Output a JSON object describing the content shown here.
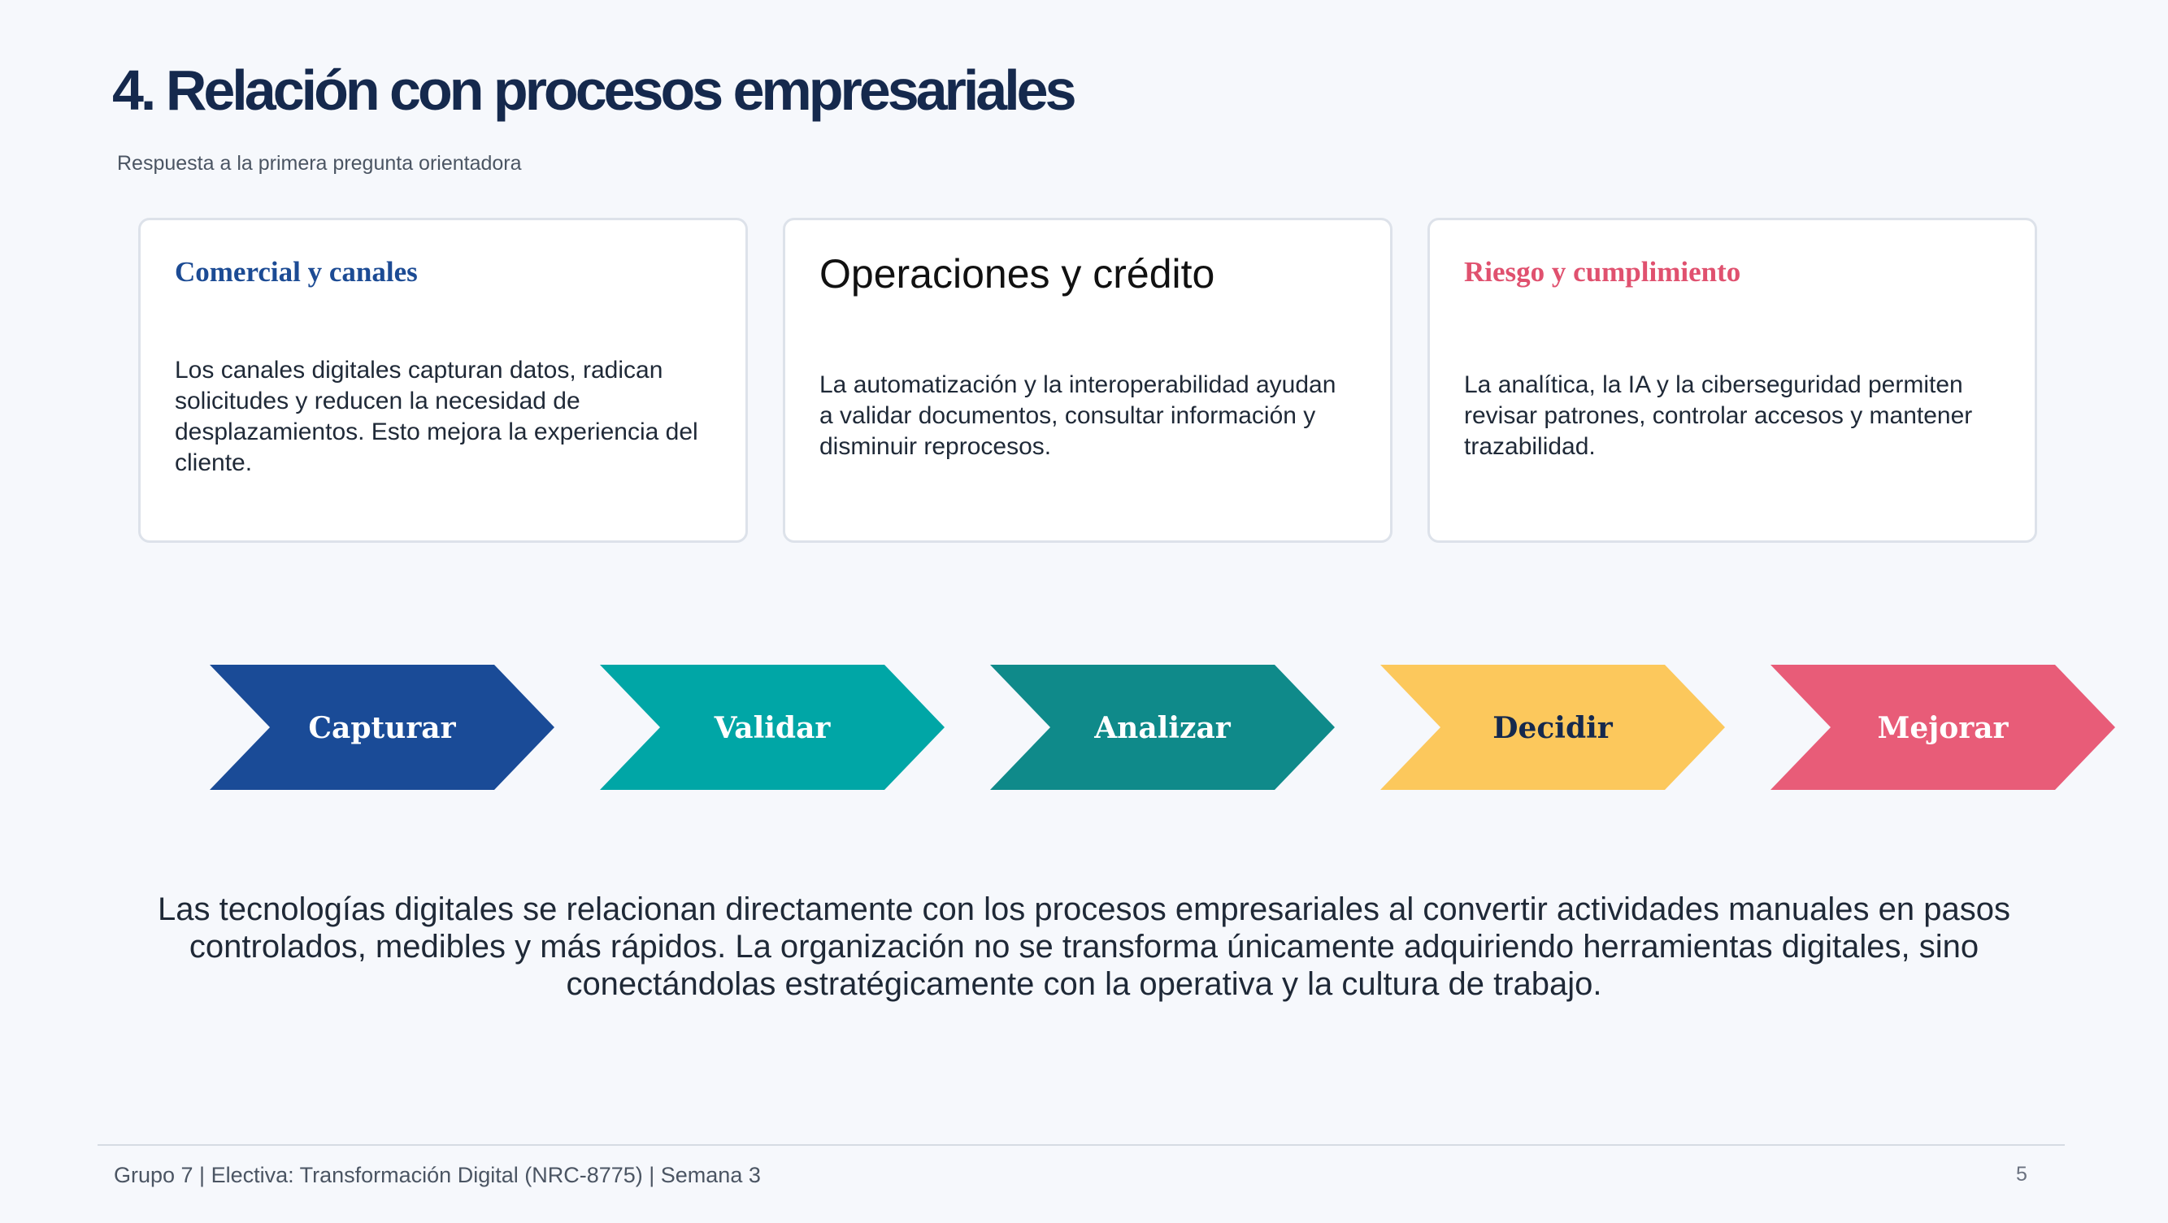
{
  "header": {
    "title": "4. Relación con procesos empresariales",
    "subtitle": "Respuesta a la primera pregunta orientadora"
  },
  "cards": [
    {
      "title": "Comercial y canales",
      "title_color": "#1c4b94",
      "body": "Los canales digitales capturan datos, radican solicitudes y reducen la necesidad de desplazamientos. Esto mejora la experiencia del cliente."
    },
    {
      "title": "Operaciones y crédito",
      "body": "La automatización y la interoperabilidad ayudan a validar documentos, consultar información y disminuir reprocesos."
    },
    {
      "title": "Riesgo y cumplimiento",
      "title_color": "#e0516f",
      "body": "La analítica, la IA y la ciberseguridad permiten revisar patrones, controlar accesos y mantener trazabilidad."
    }
  ],
  "process_steps": [
    {
      "label": "Capturar",
      "fill": "#1a4b97",
      "text_color": "#ffffff"
    },
    {
      "label": "Validar",
      "fill": "#00a6a6",
      "text_color": "#ffffff"
    },
    {
      "label": "Analizar",
      "fill": "#0f8a8a",
      "text_color": "#ffffff"
    },
    {
      "label": "Decidir",
      "fill": "#fcc85c",
      "text_color": "#15294d"
    },
    {
      "label": "Mejorar",
      "fill": "#e85c78",
      "text_color": "#ffffff"
    }
  ],
  "summary": "Las tecnologías digitales se relacionan directamente con los procesos empresariales al convertir actividades manuales en pasos controlados, medibles y más rápidos. La organización no se transforma únicamente adquiriendo herramientas digitales, sino conectándolas estratégicamente con la operativa y la cultura de trabajo.",
  "footer": {
    "text": "Grupo 7 | Electiva: Transformación Digital (NRC-8775) | Semana 3",
    "page_number": "5"
  }
}
